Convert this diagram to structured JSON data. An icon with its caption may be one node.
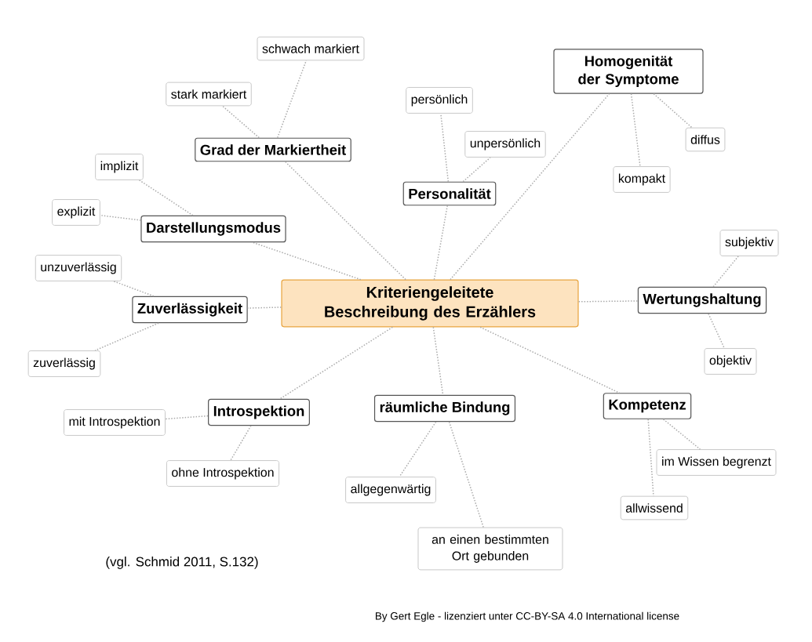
{
  "diagram": {
    "nodes": [
      {
        "text": [
          "Kriteriengeleitete Beschreibung des Erzählers"
        ]
      },
      {
        "text": [
          "Grad der Markiertheit"
        ]
      },
      {
        "text": [
          "schwach markiert"
        ]
      },
      {
        "text": [
          "stark markiert"
        ]
      },
      {
        "text": [
          "Personalität"
        ]
      },
      {
        "text": [
          "persönlich"
        ]
      },
      {
        "text": [
          "unpersönlich"
        ]
      },
      {
        "text": [
          "Homogenität der Symptome"
        ]
      },
      {
        "text": [
          "diffus"
        ]
      },
      {
        "text": [
          "kompakt"
        ]
      },
      {
        "text": [
          "Darstellungsmodus"
        ]
      },
      {
        "text": [
          "implizit"
        ]
      },
      {
        "text": [
          "explizit"
        ]
      },
      {
        "text": [
          "Zuverlässigkeit"
        ]
      },
      {
        "text": [
          "unzuverlässig"
        ]
      },
      {
        "text": [
          "zuverlässig"
        ]
      },
      {
        "text": [
          "Wertungshaltung"
        ]
      },
      {
        "text": [
          "subjektiv"
        ]
      },
      {
        "text": [
          "objektiv"
        ]
      },
      {
        "text": [
          "Introspektion"
        ]
      },
      {
        "text": [
          "mit Introspektion"
        ]
      },
      {
        "text": [
          "ohne Introspektion"
        ]
      },
      {
        "text": [
          "räumliche Bindung"
        ]
      },
      {
        "text": [
          "allgegenwärtig"
        ]
      },
      {
        "text": [
          "an einen bestimmten Ort gebunden"
        ]
      },
      {
        "text": [
          "Kompetenz"
        ]
      },
      {
        "text": [
          "im Wissen begrenzt"
        ]
      },
      {
        "text": [
          "allwissend"
        ]
      }
    ],
    "edges": [
      {
        "from": 0,
        "to": 1,
        "arrow": "none"
      },
      {
        "from": 0,
        "to": 4,
        "arrow": "none"
      },
      {
        "from": 0,
        "to": 7,
        "arrow": "none"
      },
      {
        "from": 0,
        "to": 10,
        "arrow": "none"
      },
      {
        "from": 0,
        "to": 13,
        "arrow": "none"
      },
      {
        "from": 0,
        "to": 16,
        "arrow": "none"
      },
      {
        "from": 0,
        "to": 19,
        "arrow": "none"
      },
      {
        "from": 0,
        "to": 22,
        "arrow": "none"
      },
      {
        "from": 0,
        "to": 25,
        "arrow": "none"
      },
      {
        "from": 1,
        "to": 2,
        "arrow": "none"
      },
      {
        "from": 1,
        "to": 3,
        "arrow": "none"
      },
      {
        "from": 4,
        "to": 5,
        "arrow": "none"
      },
      {
        "from": 4,
        "to": 6,
        "arrow": "none"
      },
      {
        "from": 7,
        "to": 8,
        "arrow": "none"
      },
      {
        "from": 7,
        "to": 9,
        "arrow": "none"
      },
      {
        "from": 10,
        "to": 11,
        "arrow": "none"
      },
      {
        "from": 10,
        "to": 12,
        "arrow": "none"
      },
      {
        "from": 13,
        "to": 14,
        "arrow": "none"
      },
      {
        "from": 13,
        "to": 15,
        "arrow": "none"
      },
      {
        "from": 16,
        "to": 17,
        "arrow": "none"
      },
      {
        "from": 16,
        "to": 18,
        "arrow": "none"
      },
      {
        "from": 19,
        "to": 20,
        "arrow": "none"
      },
      {
        "from": 19,
        "to": 21,
        "arrow": "none"
      },
      {
        "from": 22,
        "to": 23,
        "arrow": "none"
      },
      {
        "from": 22,
        "to": 24,
        "arrow": "none"
      },
      {
        "from": 25,
        "to": 26,
        "arrow": "none"
      },
      {
        "from": 25,
        "to": 27,
        "arrow": "none"
      }
    ],
    "labels": [
      "(vgl. Schmid 2011, S.132)",
      "By Gert Egle - lizenziert unter CC-BY-SA 4.0 International license"
    ]
  }
}
